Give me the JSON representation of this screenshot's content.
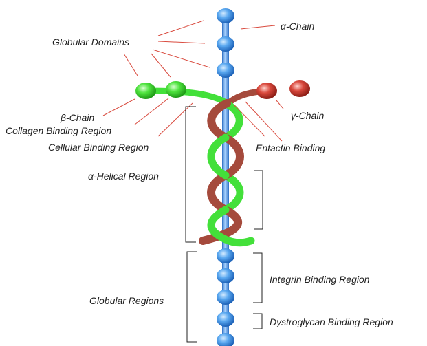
{
  "labels": {
    "alpha_chain": "α-Chain",
    "globular_domains": "Globular Domains",
    "beta_chain": "β-Chain",
    "collagen_binding_region": "Collagen Binding Region",
    "cellular_binding_region": "Cellular Binding Region",
    "gamma_chain": "γ-Chain",
    "entactin_binding": "Entactin Binding",
    "alpha_helical_region": "α-Helical Region",
    "globular_regions": "Globular Regions",
    "integrin_binding_region": "Integrin Binding Region",
    "dystroglycan_binding_region": "Dystroglycan Binding Region"
  },
  "colors": {
    "alpha_chain": "#3f8fe0",
    "beta_chain": "#43e03a",
    "gamma_chain": "#c83a32",
    "helix_coil": "#a54a3c",
    "leader_line": "#d94b3f",
    "bracket": "#222222"
  }
}
